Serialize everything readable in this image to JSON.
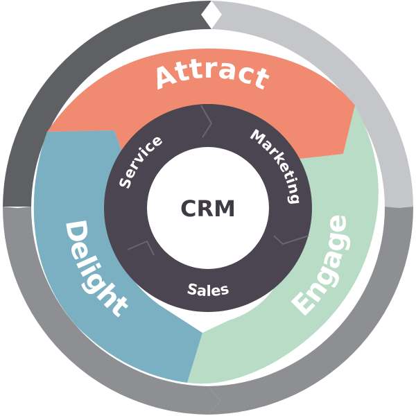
{
  "center": {
    "label": "CRM"
  },
  "stages": [
    {
      "id": "attract",
      "label": "Attract",
      "color": "#f08a70"
    },
    {
      "id": "engage",
      "label": "Engage",
      "color": "#b8dcc6"
    },
    {
      "id": "delight",
      "label": "Delight",
      "color": "#7ab0c2"
    }
  ],
  "teams": [
    {
      "id": "marketing",
      "label": "Marketing"
    },
    {
      "id": "sales",
      "label": "Sales"
    },
    {
      "id": "service",
      "label": "Service"
    }
  ],
  "colors": {
    "outer_ring_dark": "#5f6064",
    "outer_ring_mid": "#8e8f93",
    "outer_ring_light": "#c5c6ca",
    "inner_ring": "#4a4551",
    "center_fill": "#ffffff",
    "center_text": "#3f3b45"
  }
}
